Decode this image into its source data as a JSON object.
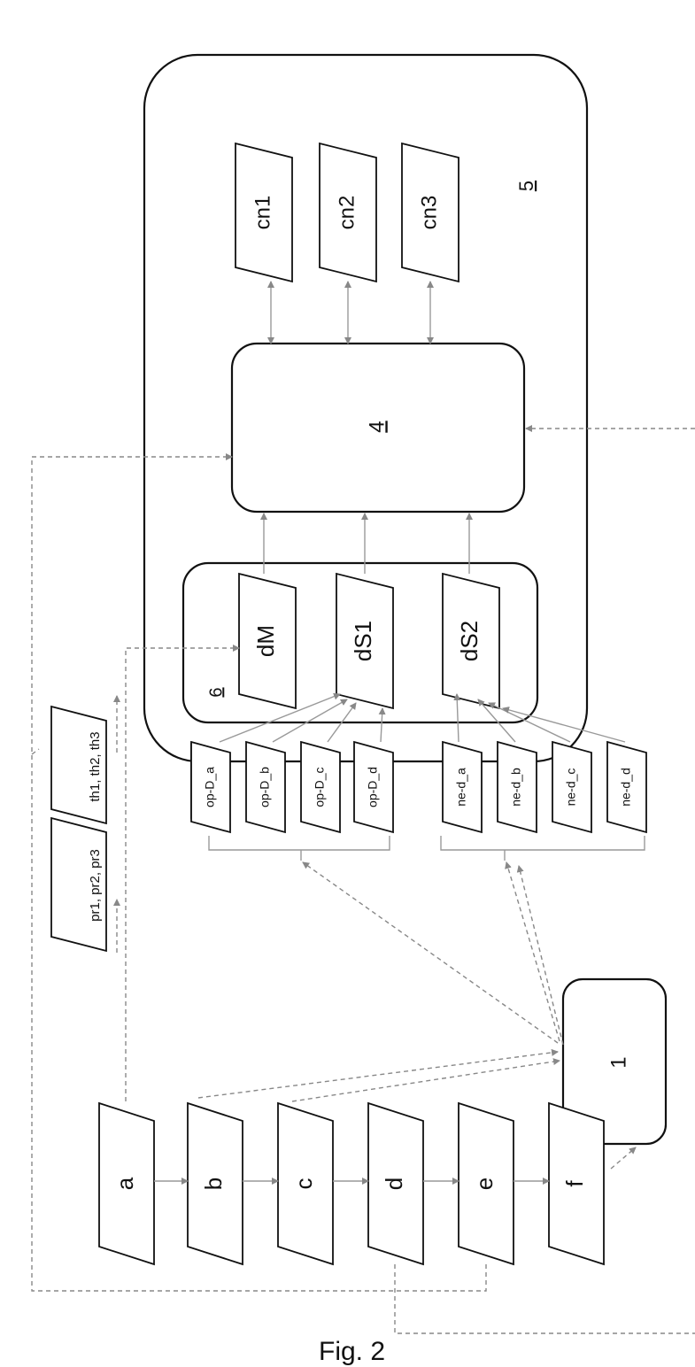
{
  "figure": {
    "caption": "Fig. 2",
    "labels": {
      "outer_box": "5",
      "inner_box": "6",
      "processor": "4",
      "source_box": "1",
      "cn1": "cn1",
      "cn2": "cn2",
      "cn3": "cn3",
      "dM": "dM",
      "dS1": "dS1",
      "dS2": "dS2",
      "op_a": "op-D_a",
      "op_b": "op-D_b",
      "op_c": "op-D_c",
      "op_d": "op-D_d",
      "ne_a": "ne-d_a",
      "ne_b": "ne-d_b",
      "ne_c": "ne-d_c",
      "ne_d": "ne-d_d",
      "pr": "pr1, pr2, pr3",
      "th": "th1, th2, th3",
      "a": "a",
      "b": "b",
      "c": "c",
      "d": "d",
      "e": "e",
      "f": "f"
    }
  }
}
